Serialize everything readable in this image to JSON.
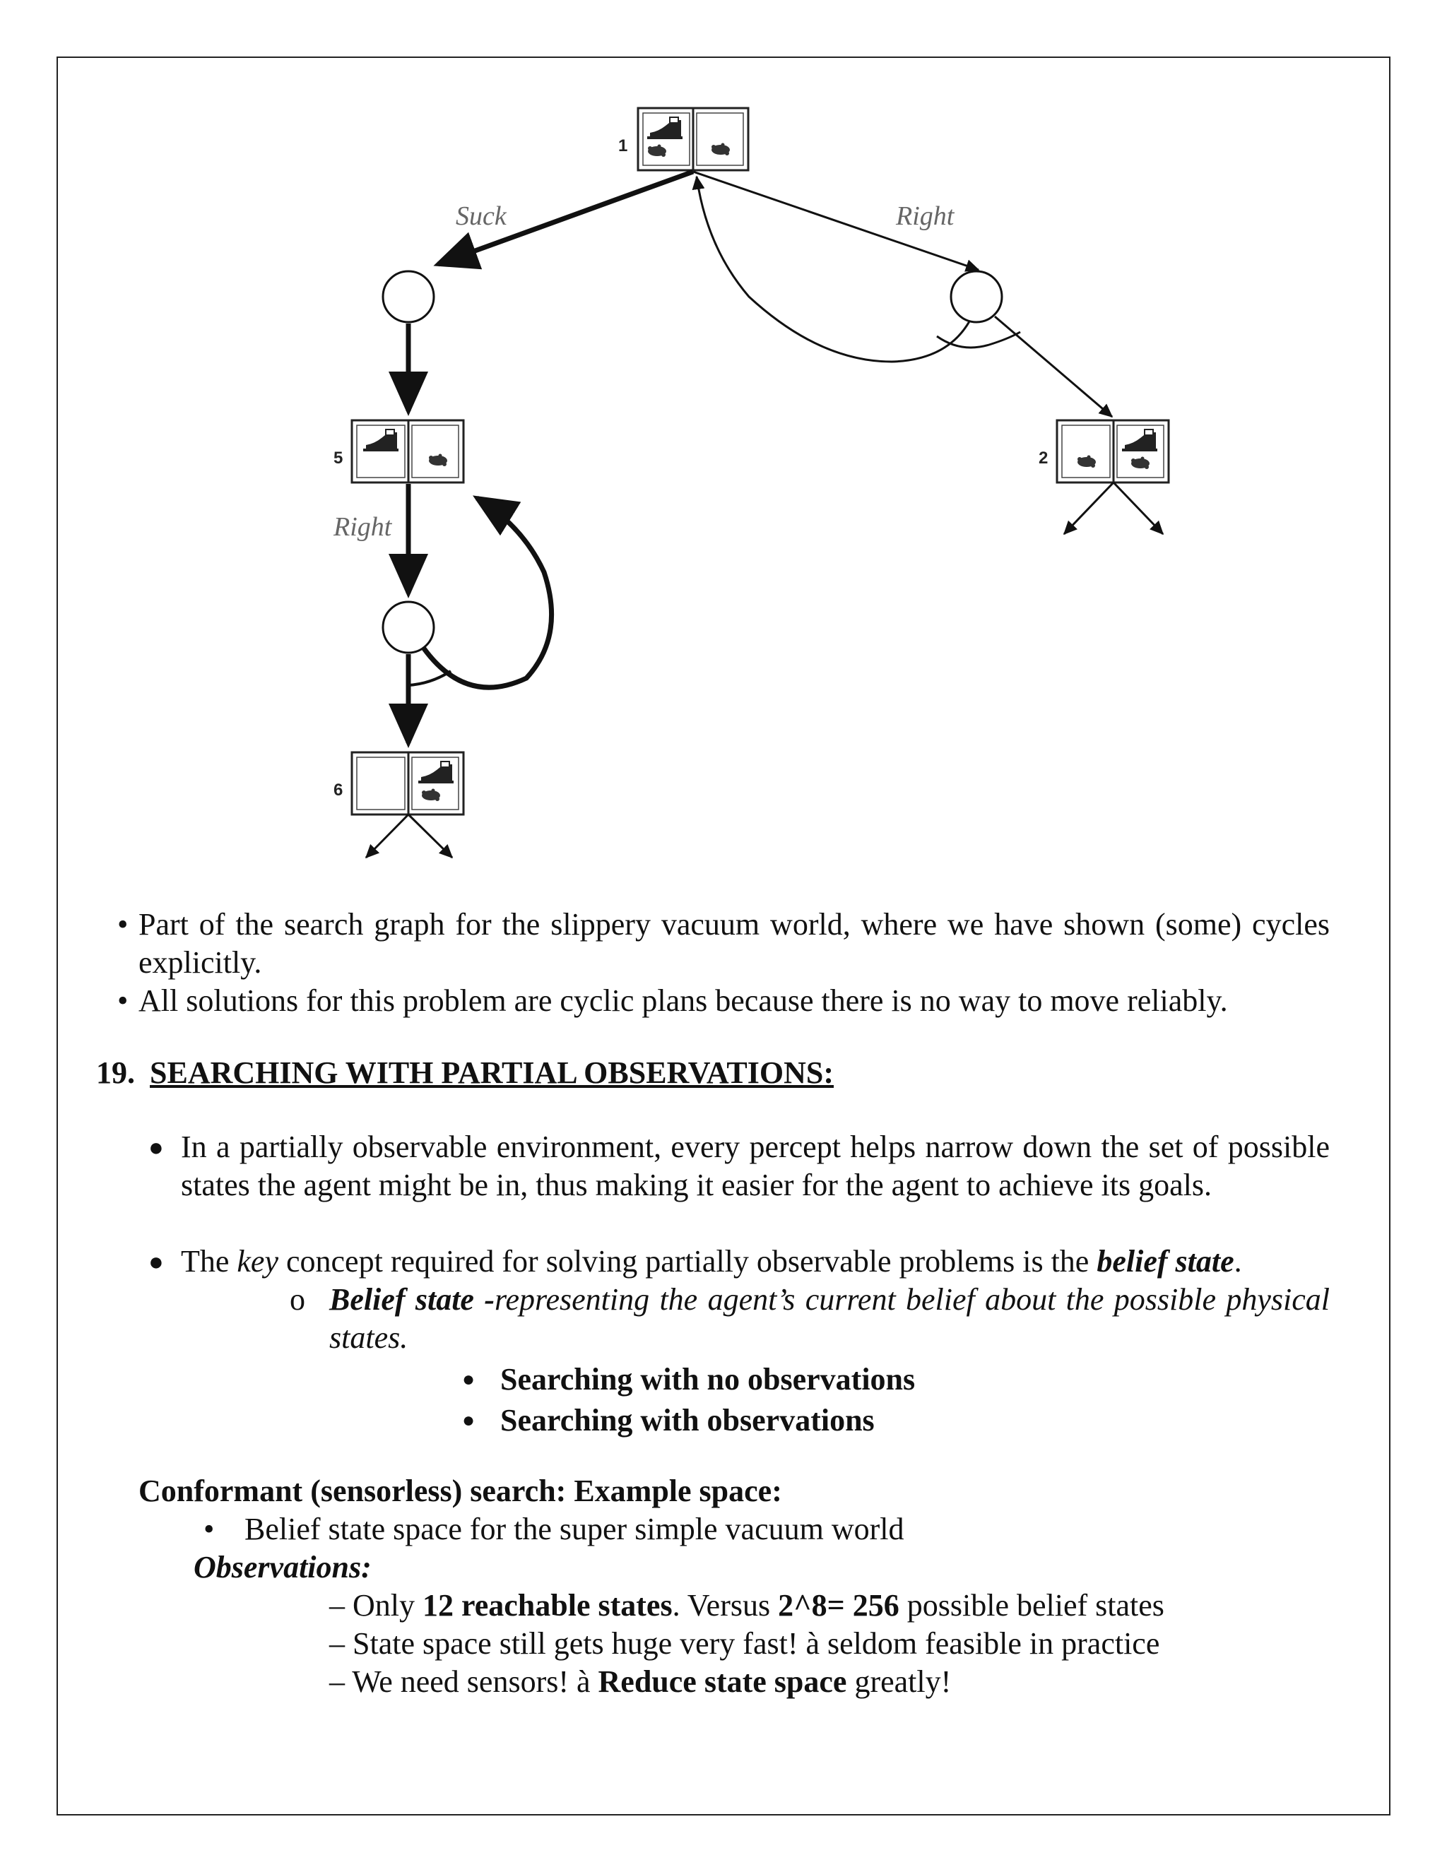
{
  "diagram": {
    "states": [
      {
        "id": "1",
        "label": "1"
      },
      {
        "id": "5",
        "label": "5"
      },
      {
        "id": "2",
        "label": "2"
      },
      {
        "id": "6",
        "label": "6"
      }
    ],
    "edges": [
      {
        "label": "Suck"
      },
      {
        "label": "Right"
      },
      {
        "label": "Right"
      }
    ]
  },
  "intro_bullets": [
    "Part of the search graph for the slippery vacuum world, where we have shown (some) cycles explicitly.",
    "All solutions for this problem are cyclic plans because there is no way to move reliably."
  ],
  "section": {
    "number": "19.",
    "title": "SEARCHING WITH PARTIAL OBSERVATIONS:"
  },
  "section_bullets": {
    "b1": "In a partially observable environment, every percept helps narrow down the set of possible states the agent might be in, thus making it easier for the agent to achieve its goals.",
    "b2_pre": "The ",
    "b2_key": "key",
    "b2_mid": " concept required for solving partially observable problems is the ",
    "b2_bold": "belief state",
    "b2_end": ".",
    "sub_term": "Belief state -",
    "sub_def": "representing the agent’s current belief about the possible physical states.",
    "sub_bullets": [
      "Searching with no observations",
      "Searching with observations"
    ]
  },
  "conformant": {
    "heading": "Conformant (sensorless) search: Example space:",
    "bullet": "Belief state space for the super simple vacuum world",
    "observations_label": "Observations:",
    "lines": [
      {
        "p1": "– Only ",
        "b1": "12 reachable states",
        "p2": ". Versus ",
        "b2": "2^8= 256",
        "p3": " possible belief states"
      },
      {
        "p1": "– State space still gets huge very fast! à seldom feasible in practice"
      },
      {
        "p1": "– We need sensors! à ",
        "b1": "Reduce state space",
        "p2": " greatly!"
      }
    ]
  }
}
